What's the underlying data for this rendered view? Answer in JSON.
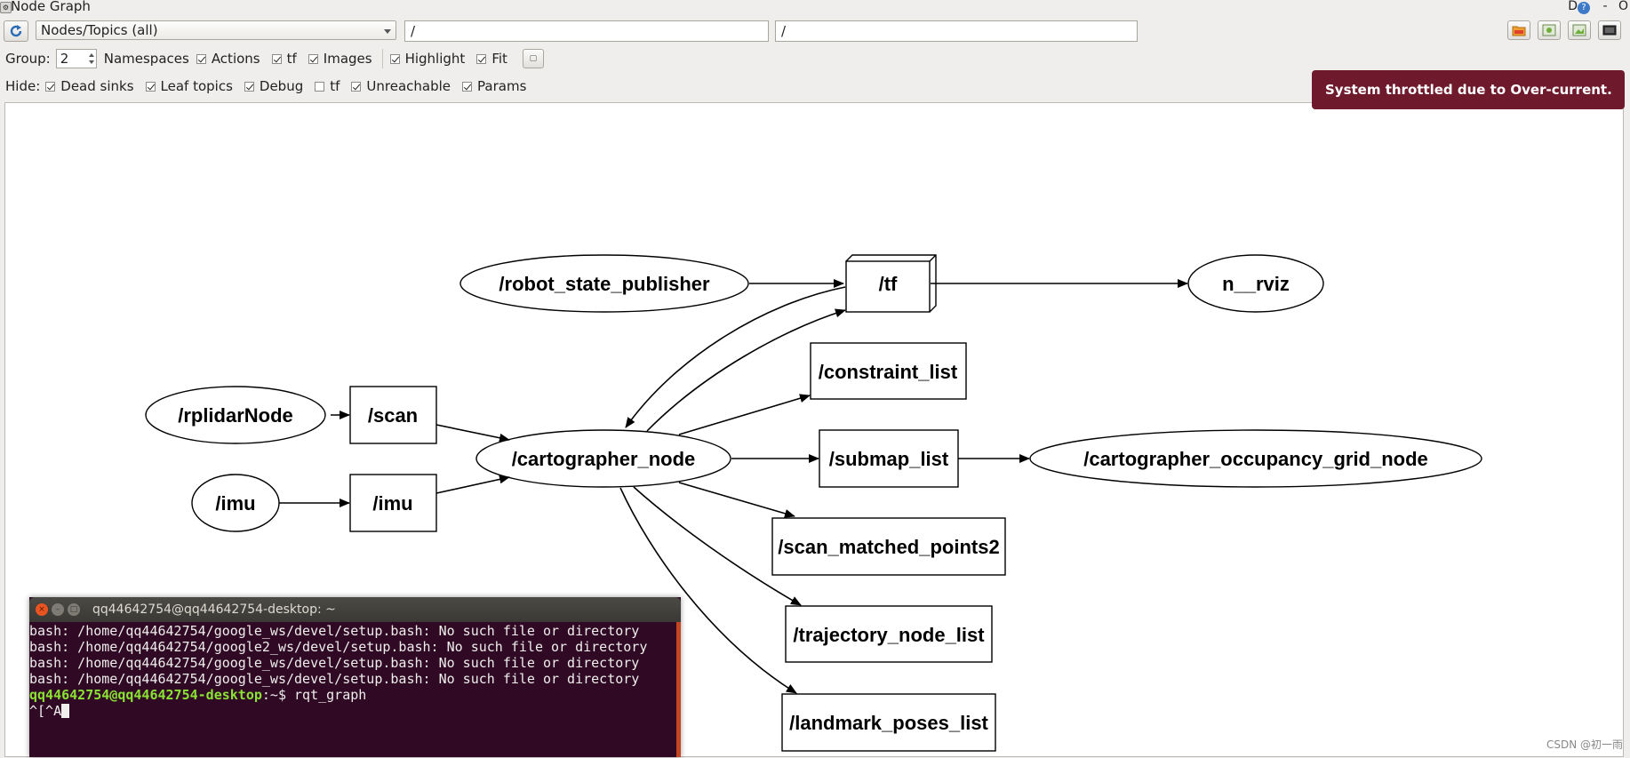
{
  "window": {
    "title": "Node Graph",
    "controls": [
      "D",
      "?",
      "-",
      "O"
    ]
  },
  "toolbar": {
    "view_mode": "Nodes/Topics (all)",
    "node_filter": "/",
    "topic_filter": "/",
    "icons": [
      "refresh-icon",
      "load-dot-icon",
      "save-dot-icon",
      "save-image-icon",
      "screenshot-icon"
    ]
  },
  "options": {
    "group_label": "Group:",
    "group_value": "2",
    "items": [
      {
        "label": "Namespaces",
        "checked": true
      },
      {
        "label": "Actions",
        "checked": true
      },
      {
        "label": "tf",
        "checked": true
      },
      {
        "label": "Images",
        "checked": true
      },
      {
        "label": "Highlight",
        "checked": true
      },
      {
        "label": "Fit",
        "checked": true
      }
    ]
  },
  "hide": {
    "label": "Hide:",
    "items": [
      {
        "label": "Dead sinks",
        "checked": true
      },
      {
        "label": "Leaf topics",
        "checked": true
      },
      {
        "label": "Debug",
        "checked": true
      },
      {
        "label": "tf",
        "checked": false
      },
      {
        "label": "Unreachable",
        "checked": true
      },
      {
        "label": "Params",
        "checked": true
      }
    ]
  },
  "notification": {
    "text": "System throttled due to Over-current.",
    "color": "#6f1a2c"
  },
  "graph": {
    "nodes": {
      "robot_state_publisher": "/robot_state_publisher",
      "tf": "/tf",
      "rviz": "n__rviz",
      "constraint_list": "/constraint_list",
      "rplidar": "/rplidarNode",
      "scan": "/scan",
      "cartographer": "/cartographer_node",
      "submap_list": "/submap_list",
      "occupancy": "/cartographer_occupancy_grid_node",
      "imu_node": "/imu",
      "imu_topic": "/imu",
      "scan_matched": "/scan_matched_points2",
      "trajectory": "/trajectory_node_list",
      "landmark": "/landmark_poses_list"
    },
    "edges": [
      [
        "/robot_state_publisher",
        "/tf"
      ],
      [
        "/tf",
        "n__rviz"
      ],
      [
        "/tf",
        "/cartographer_node"
      ],
      [
        "/cartographer_node",
        "/tf"
      ],
      [
        "/rplidarNode",
        "/scan"
      ],
      [
        "/scan",
        "/cartographer_node"
      ],
      [
        "/imu",
        "/imu"
      ],
      [
        "/imu",
        "/cartographer_node"
      ],
      [
        "/cartographer_node",
        "/constraint_list"
      ],
      [
        "/cartographer_node",
        "/submap_list"
      ],
      [
        "/submap_list",
        "/cartographer_occupancy_grid_node"
      ],
      [
        "/cartographer_node",
        "/scan_matched_points2"
      ],
      [
        "/cartographer_node",
        "/trajectory_node_list"
      ],
      [
        "/cartographer_node",
        "/landmark_poses_list"
      ]
    ]
  },
  "terminal": {
    "title": "qq44642754@qq44642754-desktop: ~",
    "lines": [
      "bash: /home/qq44642754/google_ws/devel/setup.bash: No such file or directory",
      "bash: /home/qq44642754/google2_ws/devel/setup.bash: No such file or directory",
      "bash: /home/qq44642754/google_ws/devel/setup.bash: No such file or directory",
      "bash: /home/qq44642754/google_ws/devel/setup.bash: No such file or directory"
    ],
    "prompt_user": "qq44642754@qq44642754-desktop",
    "prompt_rest": ":~$ rqt_graph",
    "last_line": "^[^A"
  },
  "watermark": "CSDN @初一雨"
}
